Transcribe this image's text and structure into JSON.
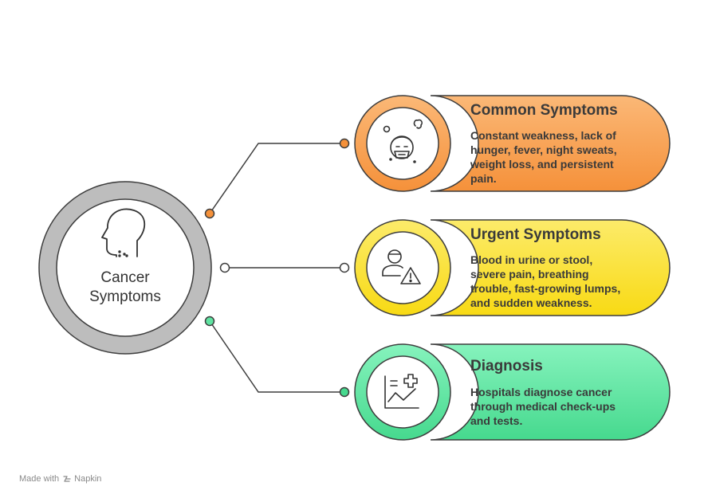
{
  "hub": {
    "label_line1": "Cancer",
    "label_line2": "Symptoms",
    "icon": "head-profile-icon"
  },
  "cards": [
    {
      "title": "Common Symptoms",
      "description_lines": [
        "Constant weakness, lack of",
        "hunger, fever, night sweats,",
        "weight loss, and persistent",
        "pain."
      ],
      "color": "#F5A04E",
      "icon": "sick-face-icon"
    },
    {
      "title": "Urgent Symptoms",
      "description_lines": [
        "Blood in urine or stool,",
        "severe pain, breathing",
        "trouble, fast-growing lumps,",
        "and sudden weakness."
      ],
      "color": "#F9E23A",
      "icon": "person-warning-icon"
    },
    {
      "title": "Diagnosis",
      "description_lines": [
        "Hospitals diagnose cancer",
        "through medical check-ups",
        "and tests."
      ],
      "color": "#5FE3A1",
      "icon": "medical-chart-icon"
    }
  ],
  "footer": {
    "made_with": "Made with",
    "brand": "Napkin"
  }
}
